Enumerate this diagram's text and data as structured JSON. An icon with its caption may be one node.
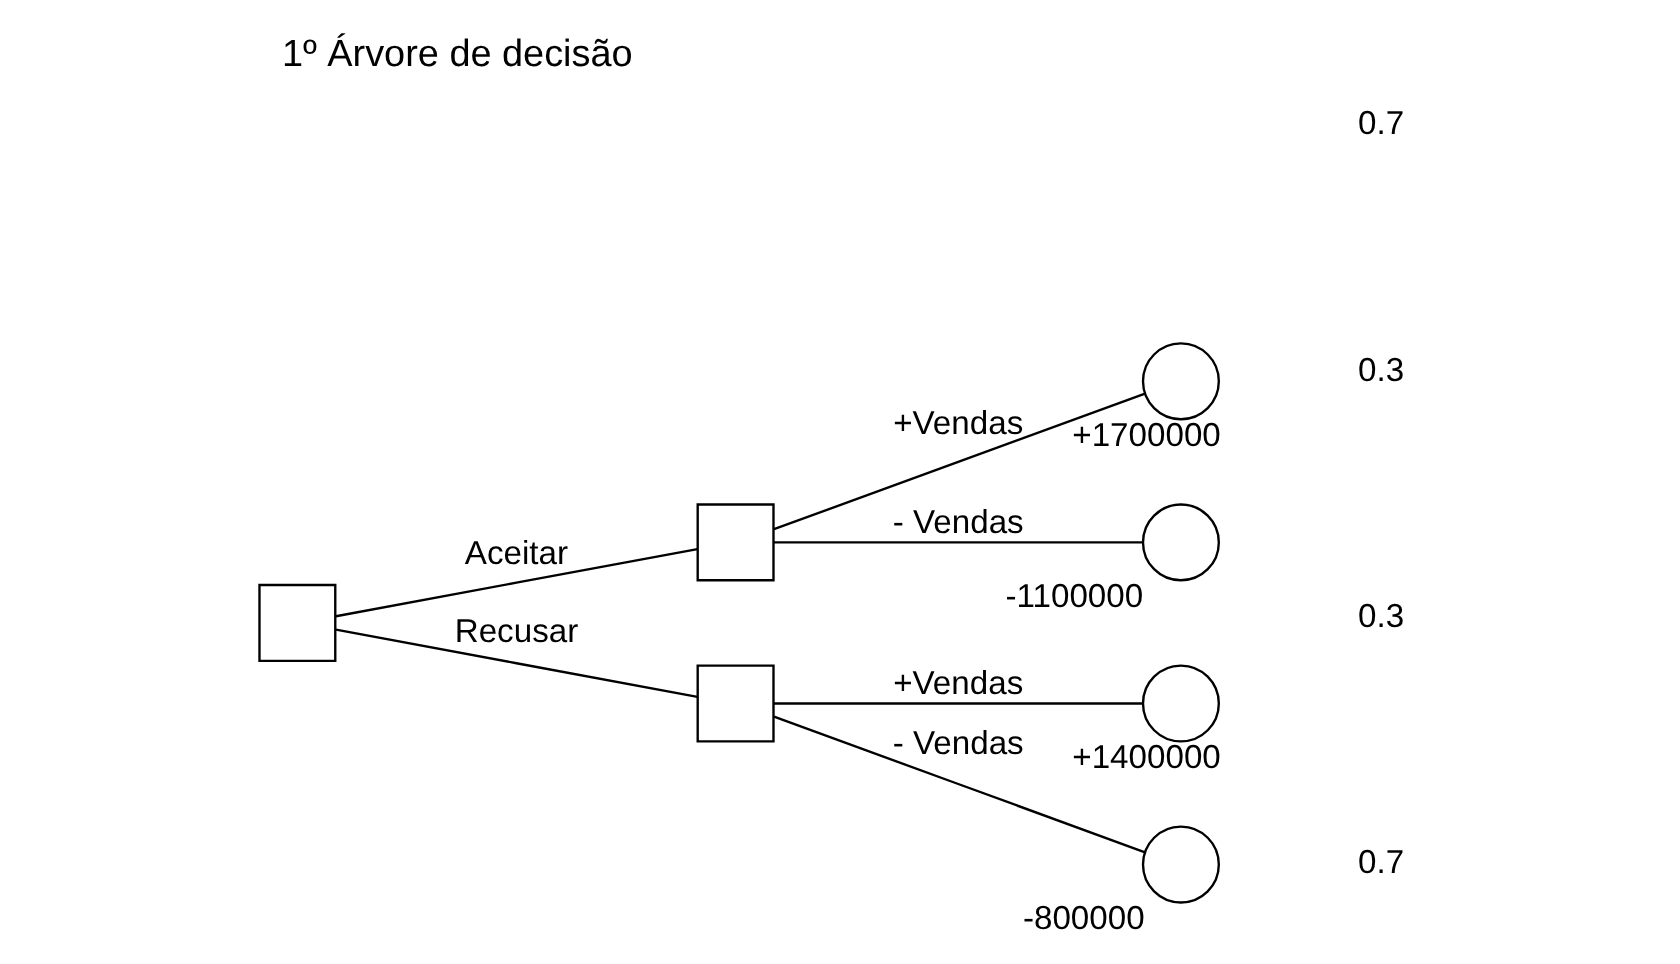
{
  "diagram": {
    "title": "1º Árvore de decisão",
    "nodes": [
      {
        "text": [],
        "shape": "box"
      },
      {
        "text": [],
        "shape": "box"
      },
      {
        "text": [],
        "shape": "box"
      },
      {
        "text": [],
        "shape": "circle",
        "beside": [
          "+1700000"
        ]
      },
      {
        "text": [],
        "shape": "circle",
        "beside": [
          "-1100000"
        ]
      },
      {
        "text": [],
        "shape": "circle",
        "beside": [
          "+1400000"
        ]
      },
      {
        "text": [],
        "shape": "circle",
        "beside": [
          "-800000"
        ]
      }
    ],
    "edges": [
      {
        "from": 0,
        "to": 1,
        "arrow": "none",
        "label": "Aceitar"
      },
      {
        "from": 0,
        "to": 2,
        "arrow": "none",
        "label": "Recusar"
      },
      {
        "from": 1,
        "to": 3,
        "arrow": "none",
        "label": "+Vendas"
      },
      {
        "from": 1,
        "to": 4,
        "arrow": "none",
        "label": "- Vendas"
      },
      {
        "from": 2,
        "to": 5,
        "arrow": "none",
        "label": "+Vendas"
      },
      {
        "from": 2,
        "to": 6,
        "arrow": "none",
        "label": "- Vendas"
      }
    ],
    "labels": [
      "0.7",
      "0.3",
      "0.3",
      "0.7"
    ]
  }
}
